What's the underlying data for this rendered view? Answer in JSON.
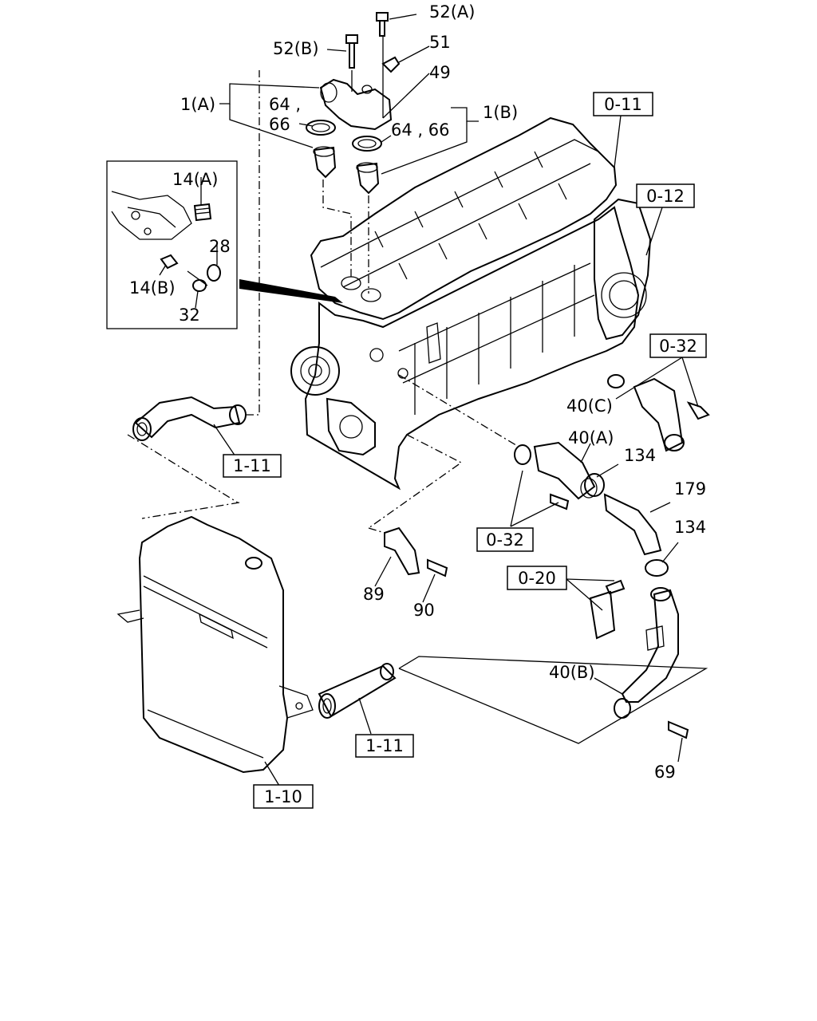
{
  "labels": {
    "l_52a": "52(A)",
    "l_52b": "52(B)",
    "l_51": "51",
    "l_49": "49",
    "l_1a": "1(A)",
    "l_64_66_a1": "64 ,",
    "l_64_66_a2": "66",
    "l_1b": "1(B)",
    "l_64_66_b": "64 , 66",
    "l_14a": "14(A)",
    "l_28": "28",
    "l_14b": "14(B)",
    "l_32": "32",
    "l_40c": "40(C)",
    "l_40a": "40(A)",
    "l_134a": "134",
    "l_179": "179",
    "l_134b": "134",
    "l_89": "89",
    "l_90": "90",
    "l_40b": "40(B)",
    "l_69": "69"
  },
  "ref_boxes": {
    "r_0_11": "0-11",
    "r_0_12": "0-12",
    "r_0_32a": "0-32",
    "r_0_32b": "0-32",
    "r_1_11a": "1-11",
    "r_1_11b": "1-11",
    "r_0_20": "0-20",
    "r_1_10": "1-10"
  }
}
